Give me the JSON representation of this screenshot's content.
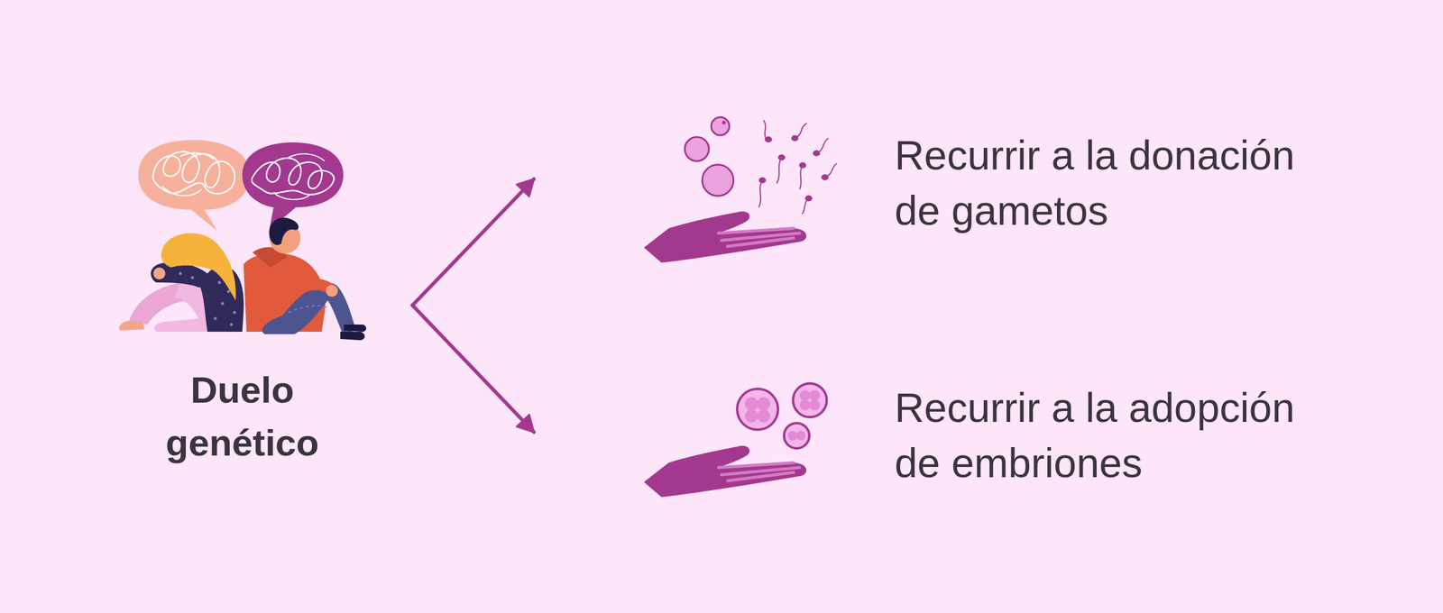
{
  "diagram": {
    "nodes": [
      {
        "text": [
          "Duelo genético"
        ]
      },
      {
        "text": [
          "Recurrir a la donación de gametos"
        ]
      },
      {
        "text": [
          "Recurrir a la adopción de embriones"
        ]
      }
    ],
    "edges": [
      {
        "from": 0,
        "to": 1,
        "arrow": "to"
      },
      {
        "from": 0,
        "to": 2,
        "arrow": "to"
      }
    ]
  }
}
